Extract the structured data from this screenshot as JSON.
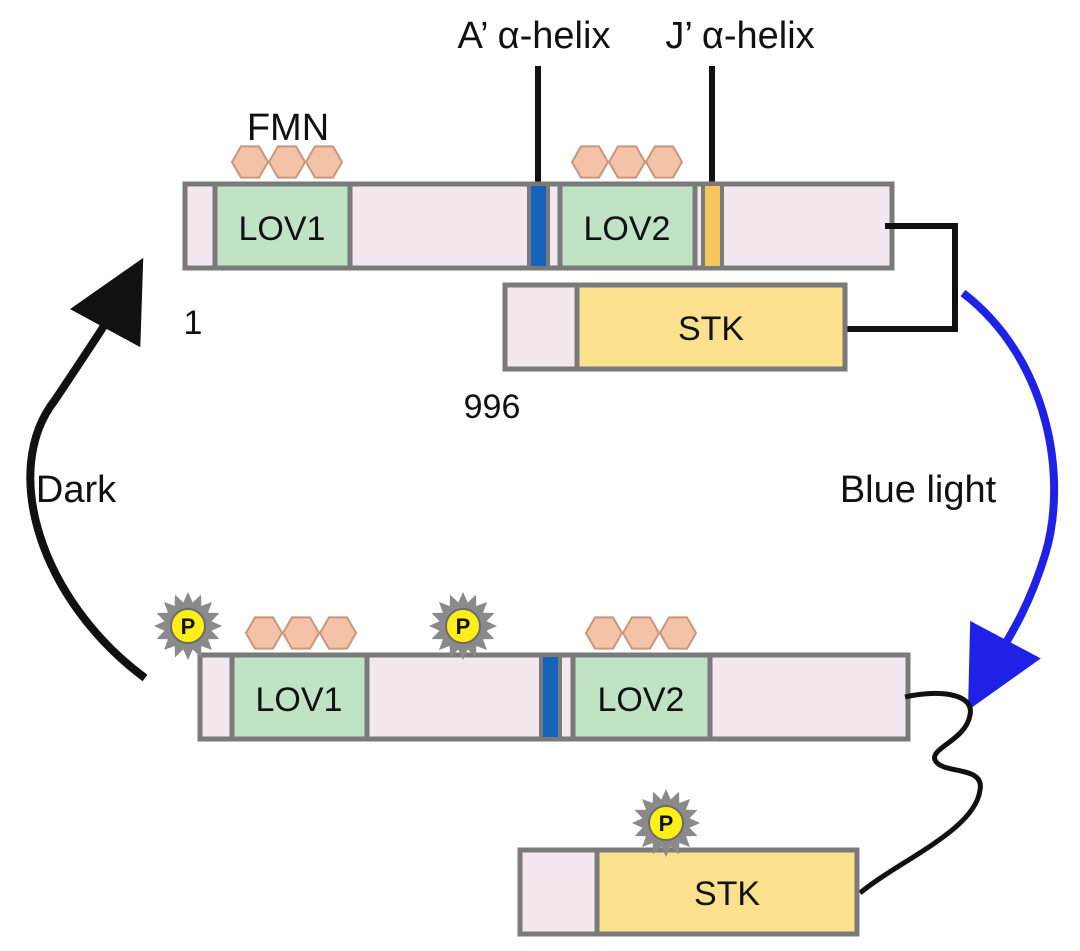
{
  "labels": {
    "a_helix": "A’ α-helix",
    "j_helix": "J’ α-helix",
    "fmn": "FMN",
    "residue_start": "1",
    "residue_stk": "996",
    "dark": "Dark",
    "blue_light": "Blue light"
  },
  "domains": {
    "lov1": "LOV1",
    "lov2": "LOV2",
    "stk": "STK"
  },
  "phospho": "P",
  "colors": {
    "outline": "#7a7a7a",
    "linker": "#f3e8ef",
    "lov": "#bfe3c4",
    "stk": "#fbe08e",
    "a_helix": "#1463b8",
    "j_helix": "#f5c75a",
    "fmn": "#f4c3a7",
    "fmn_stroke": "#c9967c",
    "phospho_fill": "#ffef16",
    "phospho_burst": "#8a8a8a",
    "dark_arrow": "#111111",
    "blue_arrow": "#1f22e6"
  }
}
